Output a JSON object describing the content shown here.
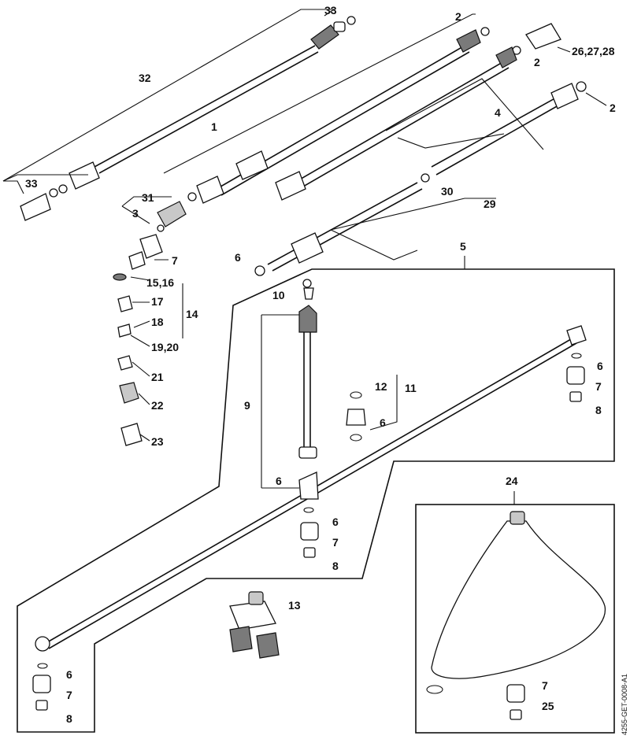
{
  "diagram": {
    "callouts": [
      {
        "id": "c33a",
        "text": "33"
      },
      {
        "id": "c2a",
        "text": "2"
      },
      {
        "id": "c26",
        "text": "26,27,28"
      },
      {
        "id": "c2b",
        "text": "2"
      },
      {
        "id": "c32",
        "text": "32"
      },
      {
        "id": "c2c",
        "text": "2"
      },
      {
        "id": "c1",
        "text": "1"
      },
      {
        "id": "c4",
        "text": "4"
      },
      {
        "id": "c33b",
        "text": "33"
      },
      {
        "id": "c31",
        "text": "31"
      },
      {
        "id": "c3",
        "text": "3"
      },
      {
        "id": "c30",
        "text": "30"
      },
      {
        "id": "c29",
        "text": "29"
      },
      {
        "id": "c7a",
        "text": "7"
      },
      {
        "id": "c5",
        "text": "5"
      },
      {
        "id": "c6a",
        "text": "6"
      },
      {
        "id": "c1516",
        "text": "15,16"
      },
      {
        "id": "c10",
        "text": "10"
      },
      {
        "id": "c17",
        "text": "17"
      },
      {
        "id": "c14",
        "text": "14"
      },
      {
        "id": "c18",
        "text": "18"
      },
      {
        "id": "c1920",
        "text": "19,20"
      },
      {
        "id": "c6b",
        "text": "6"
      },
      {
        "id": "c21",
        "text": "21"
      },
      {
        "id": "c7b",
        "text": "7"
      },
      {
        "id": "c12",
        "text": "12"
      },
      {
        "id": "c11",
        "text": "11"
      },
      {
        "id": "c9",
        "text": "9"
      },
      {
        "id": "c8a",
        "text": "8"
      },
      {
        "id": "c22",
        "text": "22"
      },
      {
        "id": "c6c",
        "text": "6"
      },
      {
        "id": "c23",
        "text": "23"
      },
      {
        "id": "c6d",
        "text": "6"
      },
      {
        "id": "c24",
        "text": "24"
      },
      {
        "id": "c6e",
        "text": "6"
      },
      {
        "id": "c7c",
        "text": "7"
      },
      {
        "id": "c8b",
        "text": "8"
      },
      {
        "id": "c13",
        "text": "13"
      },
      {
        "id": "c6f",
        "text": "6"
      },
      {
        "id": "c7d",
        "text": "7"
      },
      {
        "id": "c8c",
        "text": "8"
      },
      {
        "id": "c7e",
        "text": "7"
      },
      {
        "id": "c25",
        "text": "25"
      }
    ],
    "drawing_code": "4255-GET-0008-A1"
  }
}
